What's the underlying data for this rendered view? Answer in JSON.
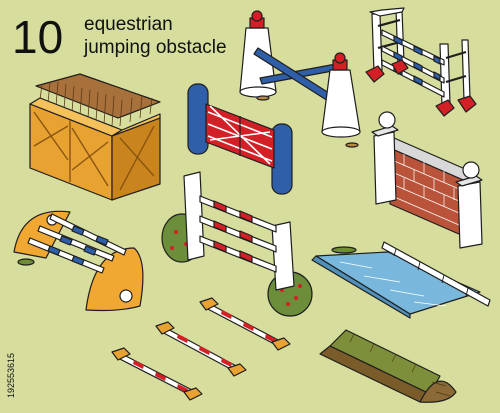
{
  "title": {
    "number": "10",
    "line1": "equestrian",
    "line2": "jumping obstacle"
  },
  "watermark": "192553615",
  "colors": {
    "background": "#d7dd9c",
    "white": "#ffffff",
    "red": "#d32027",
    "blue": "#2f5fa8",
    "orange": "#f0a832",
    "wood": "#e8a232",
    "brick": "#b9543a",
    "water": "#79b8dc",
    "bush": "#6c8e3a",
    "grass": "#6f8f30",
    "dirt": "#7a5c2a"
  },
  "items": [
    {
      "name": "obstacle-hedge-box",
      "icon": "hedge-box-icon"
    },
    {
      "name": "obstacle-pillars-crossed-poles",
      "icon": "crossed-poles-icon"
    },
    {
      "name": "obstacle-white-frame-poles",
      "icon": "white-frame-icon"
    },
    {
      "name": "obstacle-red-gate-blue-posts",
      "icon": "gate-icon"
    },
    {
      "name": "obstacle-brick-wall",
      "icon": "brick-wall-icon"
    },
    {
      "name": "obstacle-fan-rails",
      "icon": "fan-rails-icon"
    },
    {
      "name": "obstacle-vertical-with-bushes",
      "icon": "vertical-bushes-icon"
    },
    {
      "name": "obstacle-water-ditch",
      "icon": "water-ditch-icon"
    },
    {
      "name": "obstacle-ground-poles",
      "icon": "ground-poles-icon"
    },
    {
      "name": "obstacle-dirt-bank",
      "icon": "dirt-bank-icon"
    }
  ]
}
